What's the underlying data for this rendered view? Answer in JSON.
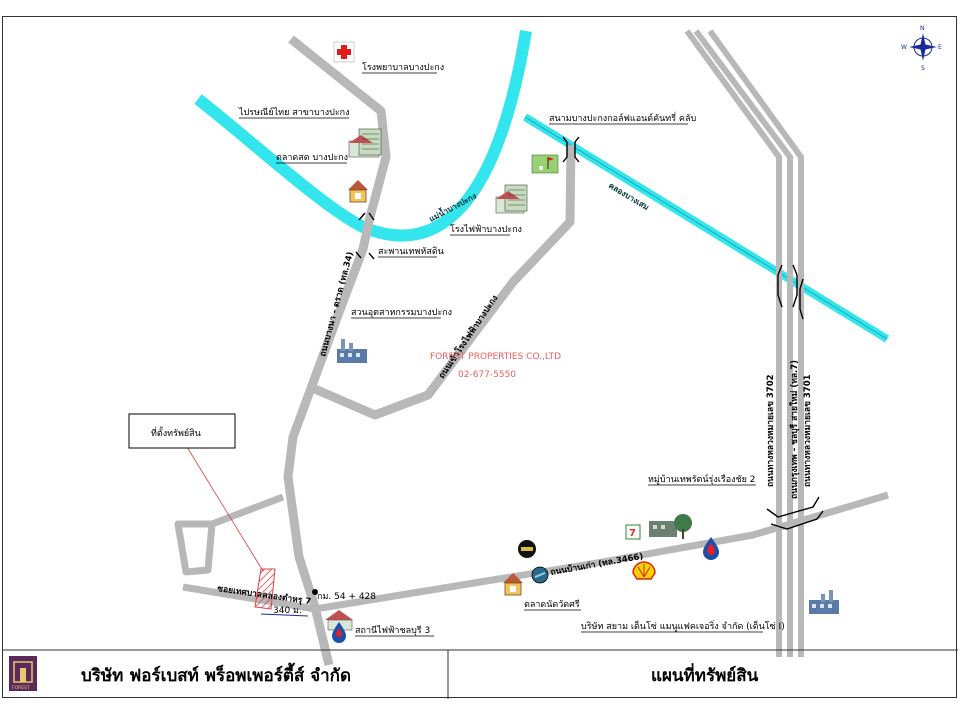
{
  "landmarks": {
    "hospital": "โรงพยาบาลบางปะกง",
    "post_office": "ไปรษณีย์ไทย สาขาบางปะกง",
    "market_bangpakong": "ตลาดสด บางปะกง",
    "bridge_thephhasadin": "สะพานเทพหัสดิน",
    "power_plant_bangpakong": "โรงไฟฟ้าบางปะกง",
    "golf_club": "สนามบางปะกงกอล์ฟแอนด์คันทรี่ คลับ",
    "industrial_park": "สวนอุตสาหกรรมบางปะกง",
    "property_location": "ที่ตั้งทรัพย์สิน",
    "village": "หมู่บ้านเทพรัตน์รุ่งเรืองชัย 2",
    "market_wat_sri": "ตลาดนัดวัดศรี",
    "power_station_3": "สถานีไฟฟ้าชลบุรี 3",
    "company_siam": "บริษัท สยาม เด็นโซ่ แมนูแฟคเจอริ่ง จำกัด (เด็นโซ่ I)"
  },
  "water": {
    "river": "แม่น้ำบางปะกง",
    "canal": "คลองบางเสม"
  },
  "roads": {
    "road_bangna_trat": "ถนนบางนา - ตราด (ทล.34)",
    "road_power_plant": "ถนนเข้าโรงไฟฟ้าบางปะกง",
    "road_motorway": "ถนนทางหลวงหมายเลข 3702",
    "road_sukhumvit": "ถนนกรุงเทพ - ชลบุรี สายใหม่ (ทล.7)",
    "road_highway_3701": "ถนนทางหลวงหมายเลข 3701",
    "road_ban_kao": "ถนนบ้านเก่า (ทล.3466)",
    "soi": "ซอยเทศบาลคลองตำหรุ 7",
    "km_marker": "กม. 54 + 428",
    "distance": "340 ม."
  },
  "company_watermark": {
    "name": "FOREST PROPERTIES CO.,LTD",
    "phone": "02-677-5550"
  },
  "compass": {
    "n": "N",
    "s": "S",
    "e": "E",
    "w": "W"
  },
  "footer": {
    "logo_text": "FOREST",
    "company": "บริษัท ฟอร์เบสท์ พร็อพเพอร์ตี้ส์ จำกัด",
    "title": "แผนที่ทรัพย์สิน"
  },
  "colors": {
    "road": "#b8b8b8",
    "water": "#33e6ee",
    "logo_bg": "#5a2a5a",
    "plot": "#e0404a"
  }
}
